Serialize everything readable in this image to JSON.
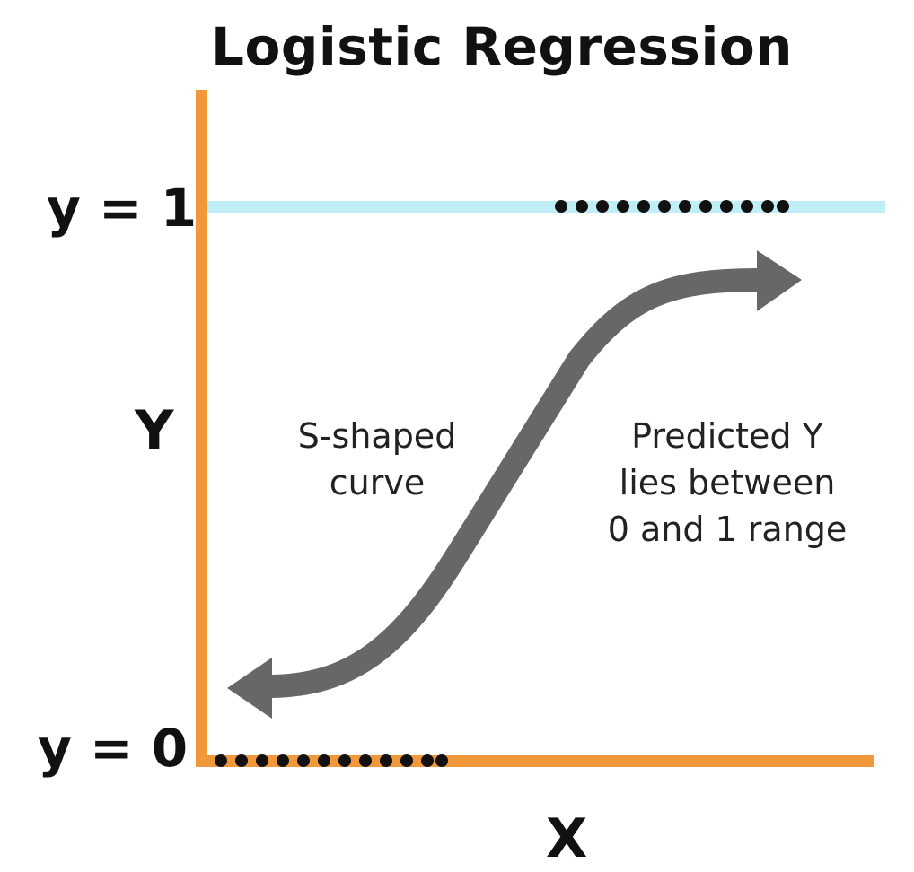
{
  "title": "Logistic Regression",
  "labels": {
    "y1": "y = 1",
    "y0": "y = 0",
    "y_axis": "Y",
    "x_axis": "X"
  },
  "annotations": {
    "curve_line1": "S-shaped",
    "curve_line2": "curve",
    "pred_line1": "Predicted Y",
    "pred_line2": "lies between",
    "pred_line3": "0 and 1 range"
  },
  "colors": {
    "axis": "#f0983a",
    "upper_line": "#bfeef6",
    "curve": "#676767",
    "dots": "#111111"
  }
}
